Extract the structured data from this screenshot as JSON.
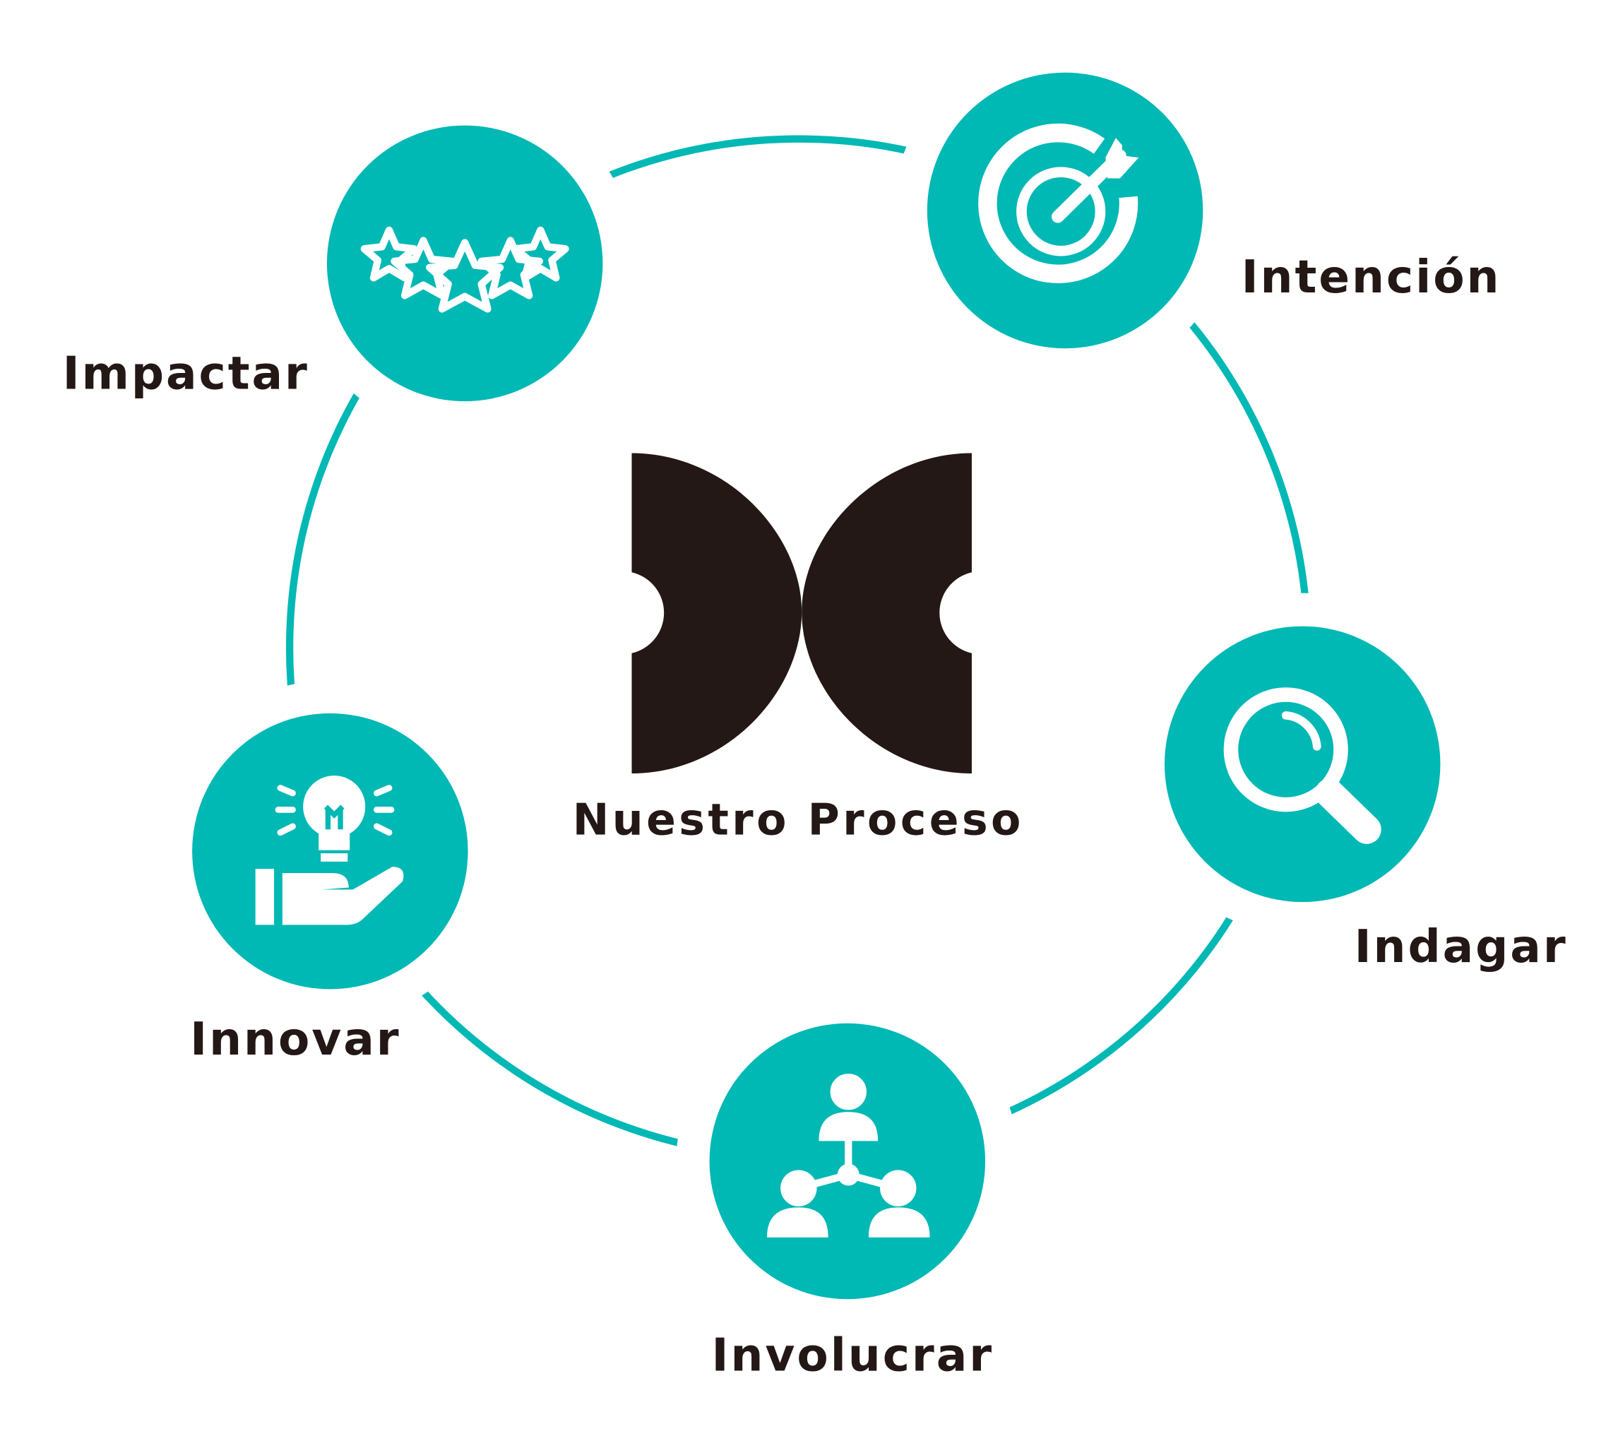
{
  "colors": {
    "teal": "#00b8b4",
    "dark": "#231815",
    "background": "#ffffff"
  },
  "center": {
    "title": "Nuestro Proceso",
    "logo_icon": "nuestro-proceso-logo"
  },
  "steps": [
    {
      "label": "Intención",
      "icon": "target-arrow-icon"
    },
    {
      "label": "Indagar",
      "icon": "magnifier-icon"
    },
    {
      "label": "Involucrar",
      "icon": "people-network-icon"
    },
    {
      "label": "Innovar",
      "icon": "lightbulb-hand-icon"
    },
    {
      "label": "Impactar",
      "icon": "stars-icon"
    }
  ]
}
